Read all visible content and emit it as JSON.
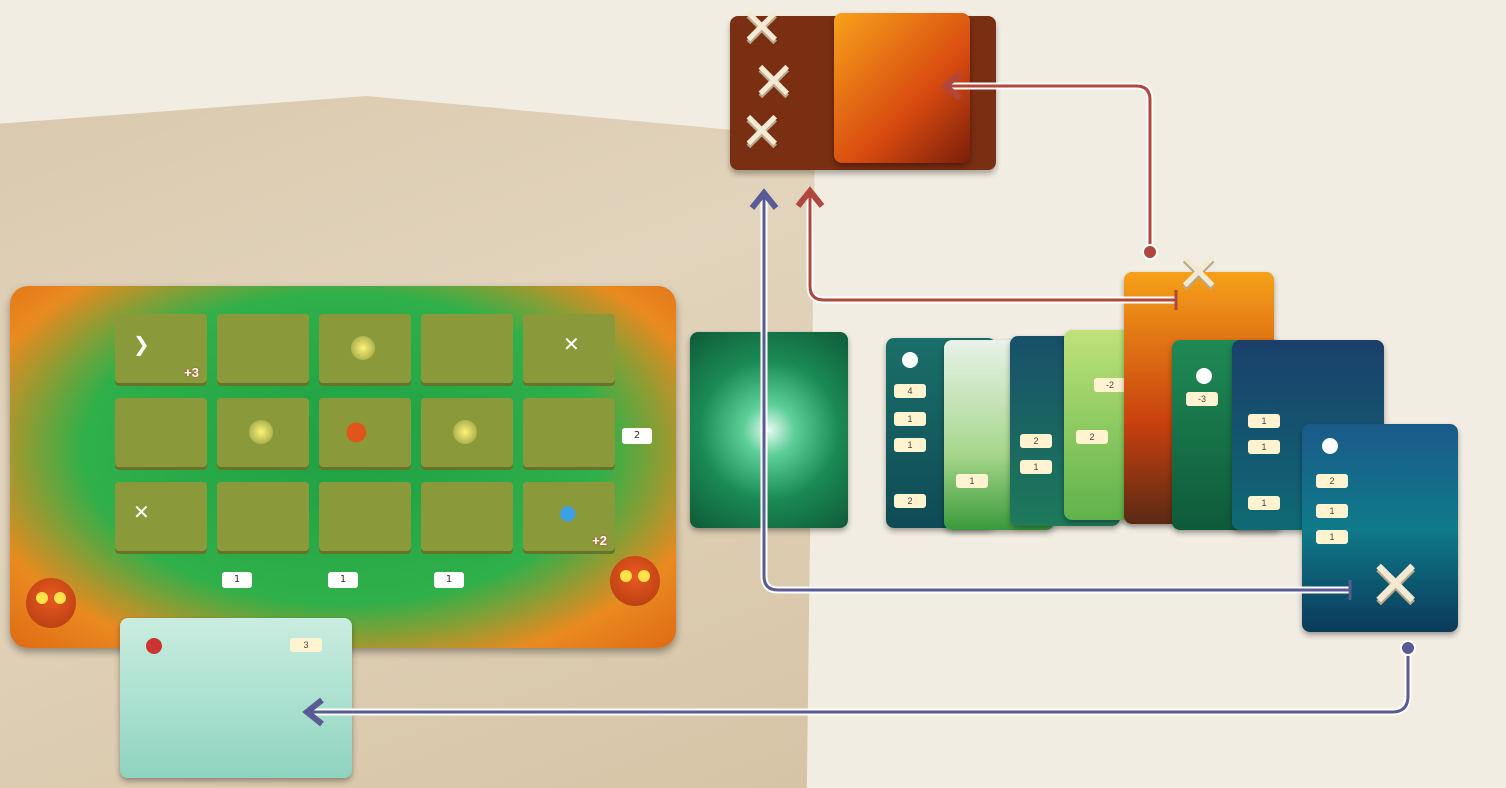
{
  "colors": {
    "table": "#f2ede2",
    "board_orange": "#e06a14",
    "board_green": "#2fb04a",
    "arrow_red": "#b0473c",
    "arrow_purple": "#5a5a94"
  },
  "board": {
    "tiles": [
      {
        "label": "+3",
        "icon": "paw-icon"
      },
      {
        "label": "",
        "icon": ""
      },
      {
        "label": "",
        "icon": "sun-icon"
      },
      {
        "label": "",
        "icon": ""
      },
      {
        "label": "",
        "icon": "bone-icon"
      },
      {
        "label": "",
        "icon": ""
      },
      {
        "label": "",
        "icon": "sun-icon"
      },
      {
        "label": "",
        "icon": "mushroom-icon"
      },
      {
        "label": "",
        "icon": "sun-icon"
      },
      {
        "label": "",
        "icon": ""
      },
      {
        "label": "",
        "icon": "bone-icon"
      },
      {
        "label": "",
        "icon": ""
      },
      {
        "label": "",
        "icon": ""
      },
      {
        "label": "",
        "icon": ""
      },
      {
        "label": "+2",
        "icon": "water-icon"
      }
    ],
    "bottom_bonuses": [
      "1",
      "1",
      "1"
    ],
    "side_bonus": "2"
  },
  "hand_cards": {
    "c1": {
      "pills": [
        "4",
        "1",
        "1",
        "2"
      ]
    },
    "c2": {
      "pills": [
        "1"
      ]
    },
    "c3": {
      "pills": [
        "2",
        "1"
      ]
    },
    "c4": {
      "pills": [
        "-2",
        "2"
      ]
    },
    "c6": {
      "pills": [
        "-3"
      ]
    },
    "c7": {
      "pills": [
        "1",
        "1",
        "1"
      ]
    },
    "c8": {
      "pills": [
        "2",
        "1",
        "1"
      ]
    }
  },
  "bear_card": {
    "pills": [
      "3"
    ]
  }
}
